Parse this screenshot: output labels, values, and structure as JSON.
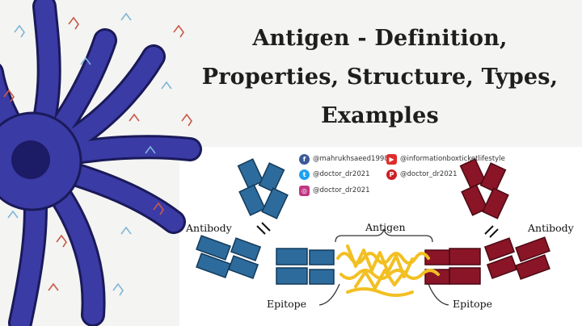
{
  "title": {
    "line1": "Antigen - Definition,",
    "line2": "Properties, Structure, Types,",
    "line3": "Examples"
  },
  "social": [
    {
      "icon": "facebook-icon",
      "handle": "@mahrukhsaeed1998",
      "color": "#3b5998"
    },
    {
      "icon": "youtube-icon",
      "handle": "@informationboxticketlifestyle",
      "color": "#e02b2b"
    },
    {
      "icon": "twitter-icon",
      "handle": "@doctor_dr2021",
      "color": "#1da1f2"
    },
    {
      "icon": "pinterest-icon",
      "handle": "@doctor_dr2021",
      "color": "#cb2027"
    },
    {
      "icon": "instagram-icon",
      "handle": "@doctor_dr2021",
      "color": "#c13584"
    }
  ],
  "diagram": {
    "antibody_left": "Antibody",
    "antibody_right": "Antibody",
    "antigen": "Antigen",
    "epitope_left": "Epitope",
    "epitope_right": "Epitope"
  },
  "colors": {
    "cell_body": "#3a3aa0",
    "cell_nucleus": "#1a1a66",
    "antibody_blue": "#2d6b9c",
    "antibody_red": "#8a1526",
    "antigen_yellow": "#f2c023",
    "panel_background": "#ffffff"
  }
}
